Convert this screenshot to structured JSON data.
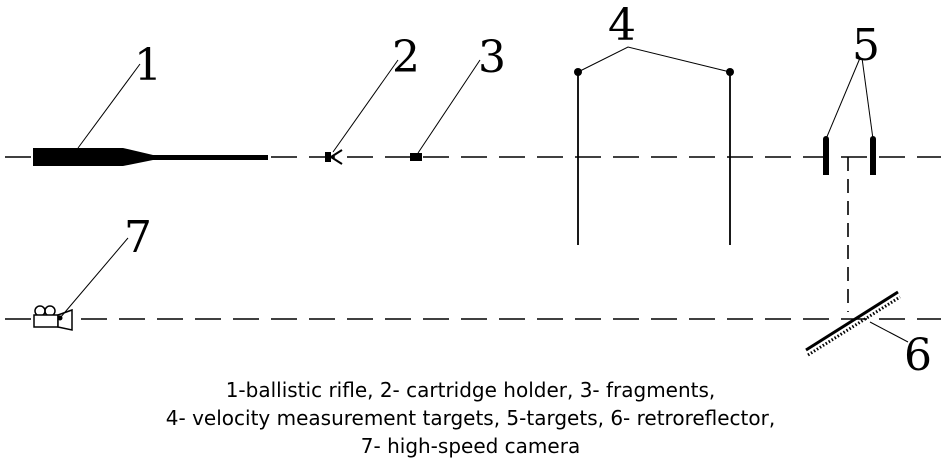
{
  "labels": {
    "n1": "1",
    "n2": "2",
    "n3": "3",
    "n4": "4",
    "n5": "5",
    "n6": "6",
    "n7": "7"
  },
  "caption": {
    "line1": "1-ballistic rifle,  2- cartridge holder,  3- fragments,",
    "line2": "4- velocity measurement targets,  5-targets,  6- retroreflector,",
    "line3": "7- high-speed camera"
  },
  "colors": {
    "ink": "#000000",
    "background": "#ffffff"
  },
  "icons": [
    "camera-icon"
  ]
}
